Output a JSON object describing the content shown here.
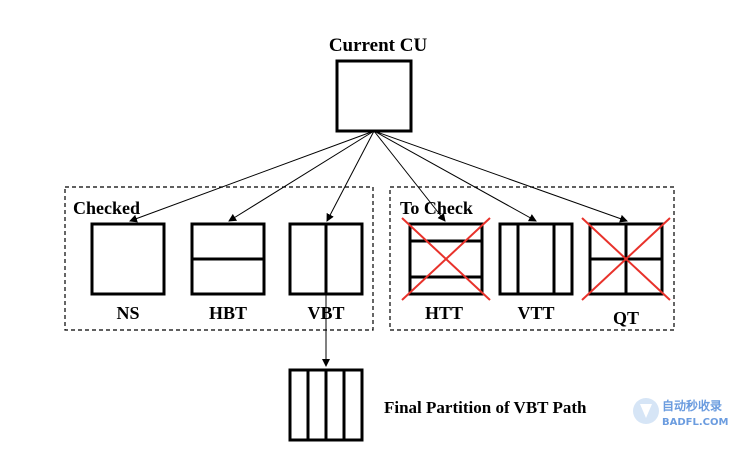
{
  "root": {
    "label": "Current CU"
  },
  "groups": {
    "checked": "Checked",
    "to_check": "To Check"
  },
  "partitions": [
    {
      "id": "ns",
      "label": "NS",
      "group": "checked",
      "split": "none",
      "excluded": false
    },
    {
      "id": "hbt",
      "label": "HBT",
      "group": "checked",
      "split": "horizontal-binary",
      "excluded": false
    },
    {
      "id": "vbt",
      "label": "VBT",
      "group": "checked",
      "split": "vertical-binary",
      "excluded": false
    },
    {
      "id": "htt",
      "label": "HTT",
      "group": "to_check",
      "split": "horizontal-ternary",
      "excluded": true
    },
    {
      "id": "vtt",
      "label": "VTT",
      "group": "to_check",
      "split": "vertical-ternary",
      "excluded": false
    },
    {
      "id": "qt",
      "label": "QT",
      "group": "to_check",
      "split": "quad",
      "excluded": true
    }
  ],
  "result": {
    "label": "Final Partition of VBT Path",
    "from": "vbt",
    "split": "vertical-quaternary"
  },
  "watermark": {
    "text_cn": "自动秒收录",
    "text_en": "BADFL.COM",
    "color": "#3a7bd5"
  },
  "colors": {
    "stroke": "#000000",
    "exclude_cross": "#e8322b",
    "watermark_logo": "#b8d4f0"
  }
}
